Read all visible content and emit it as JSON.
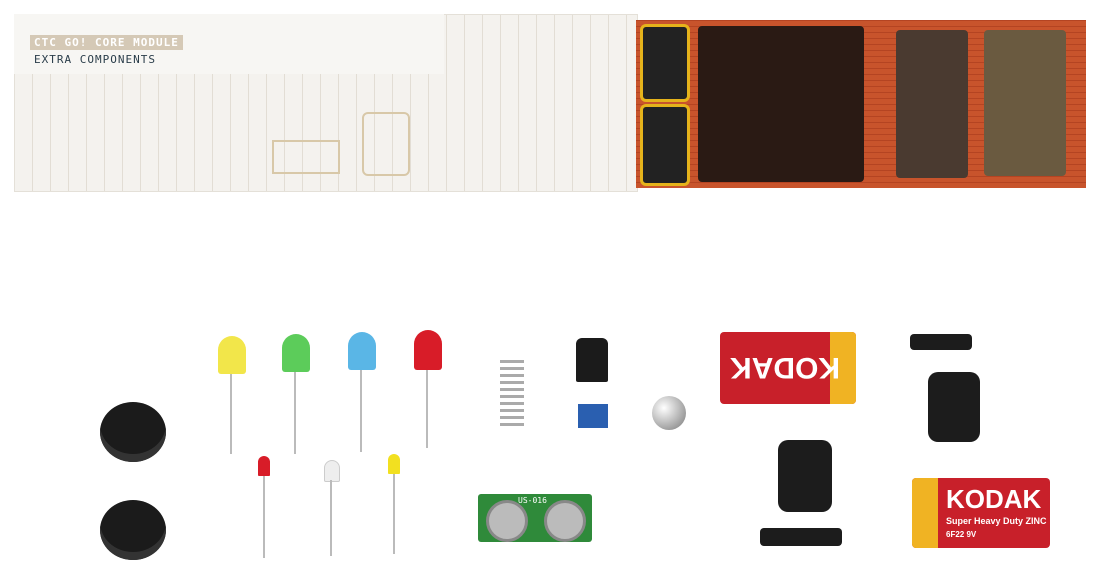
{
  "box": {
    "title": "CTC GO! CORE MODULE",
    "subtitle": "EXTRA COMPONENTS"
  },
  "components": {
    "leds_large": [
      "#f2e64a",
      "#5ccc5a",
      "#5ab6e6",
      "#d81c28"
    ],
    "leds_small": [
      "#d81c28",
      "#e8e8e8",
      "#f2e020"
    ],
    "ultrasonic_label": "US-016",
    "battery_brand": "KODAK",
    "battery_line": "Super Heavy Duty ZINC",
    "battery_model": "6F22 9V"
  },
  "colors": {
    "tray": "#c8542c",
    "slot_outline": "#e5b31b",
    "battery_red": "#c8202a",
    "battery_yellow": "#f0b323"
  }
}
